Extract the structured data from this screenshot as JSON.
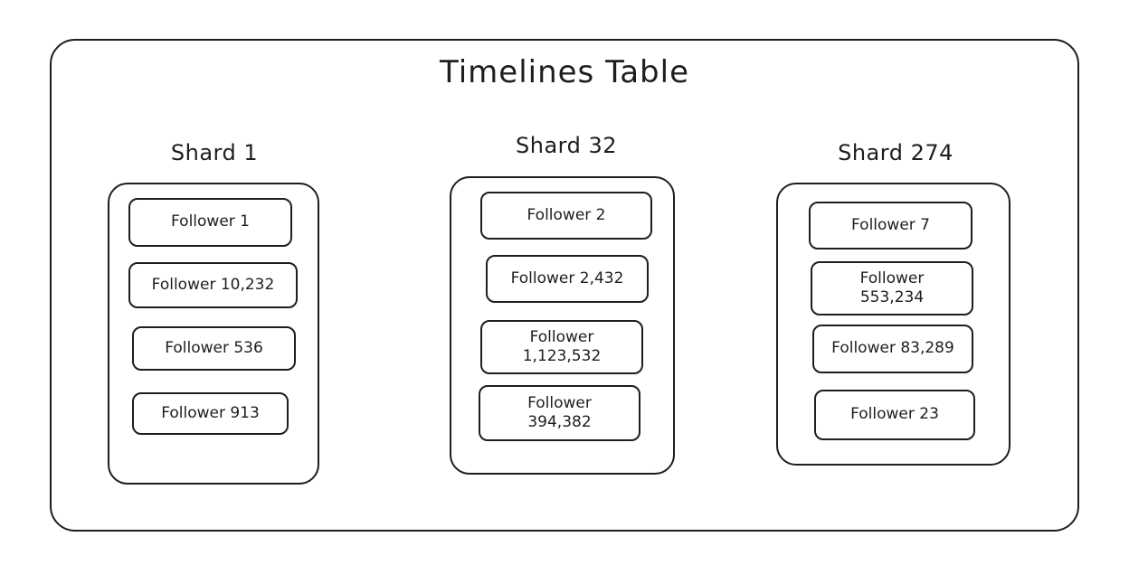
{
  "title": "Timelines Table",
  "shards": [
    {
      "label": "Shard 1",
      "followers": [
        "Follower 1",
        "Follower 10,232",
        "Follower 536",
        "Follower 913"
      ]
    },
    {
      "label": "Shard 32",
      "followers": [
        "Follower 2",
        "Follower 2,432",
        "Follower\n1,123,532",
        "Follower\n394,382"
      ]
    },
    {
      "label": "Shard 274",
      "followers": [
        "Follower 7",
        "Follower\n553,234",
        "Follower 83,289",
        "Follower 23"
      ]
    }
  ]
}
